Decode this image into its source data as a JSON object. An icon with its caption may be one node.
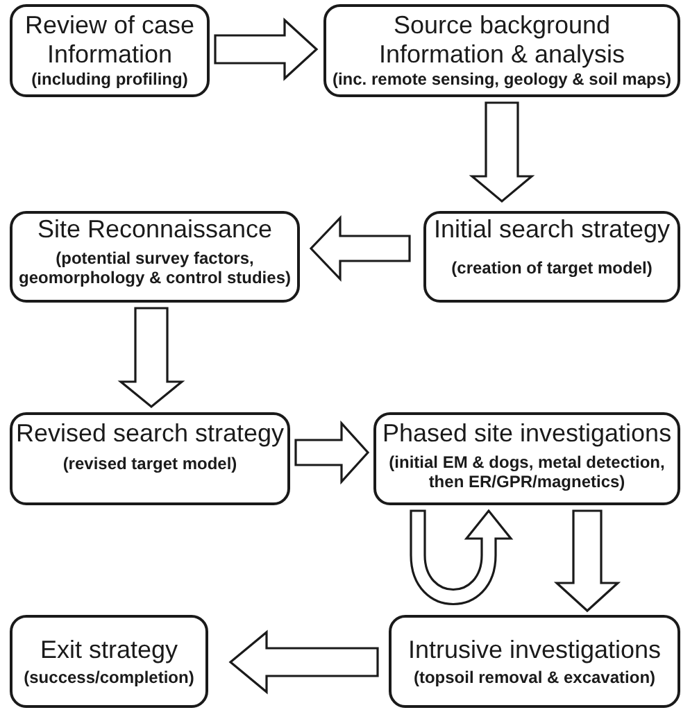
{
  "diagram": {
    "nodes": [
      {
        "text": [
          "Review of case Information",
          "(including profiling)"
        ]
      },
      {
        "text": [
          "Source background Information & analysis",
          "(inc. remote sensing, geology & soil maps)"
        ]
      },
      {
        "text": [
          "Site Reconnaissance",
          "(potential survey factors, geomorphology & control studies)"
        ]
      },
      {
        "text": [
          "Initial search strategy",
          "(creation of target model)"
        ]
      },
      {
        "text": [
          "Revised search strategy",
          "(revised target model)"
        ]
      },
      {
        "text": [
          "Phased site investigations",
          "(initial EM & dogs, metal detection, then ER/GPR/magnetics)"
        ]
      },
      {
        "text": [
          "Exit strategy",
          "(success/completion)"
        ]
      },
      {
        "text": [
          "Intrusive investigations",
          "(topsoil removal & excavation)"
        ]
      }
    ],
    "edges": [
      {
        "from": 0,
        "to": 1,
        "arrow": "to"
      },
      {
        "from": 1,
        "to": 3,
        "arrow": "to"
      },
      {
        "from": 3,
        "to": 2,
        "arrow": "to"
      },
      {
        "from": 2,
        "to": 4,
        "arrow": "to"
      },
      {
        "from": 4,
        "to": 5,
        "arrow": "to"
      },
      {
        "from": 5,
        "to": 5,
        "arrow": "to"
      },
      {
        "from": 5,
        "to": 7,
        "arrow": "to"
      },
      {
        "from": 7,
        "to": 6,
        "arrow": "to"
      }
    ]
  }
}
